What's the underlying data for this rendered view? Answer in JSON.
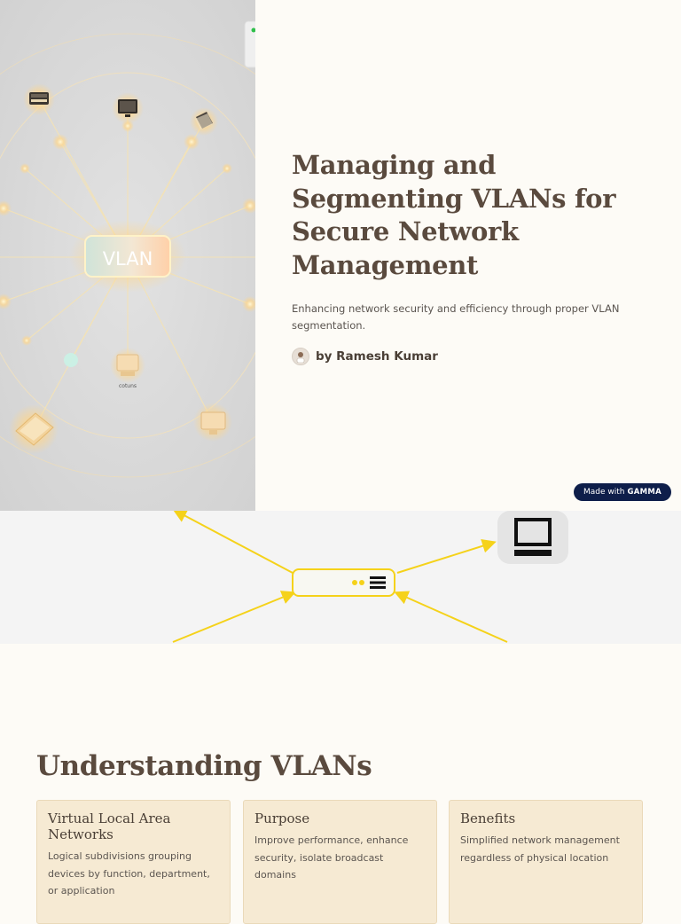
{
  "hero": {
    "title": "Managing and Segmenting VLANs for Secure Network Management",
    "subtitle": "Enhancing network security and efficiency through proper VLAN segmentation.",
    "author": "by Ramesh Kumar",
    "image": {
      "center_label": "VLAN",
      "caption": "cotuns"
    }
  },
  "badge": {
    "prefix": "Made with",
    "brand": "GAMMA"
  },
  "section": {
    "title": "Understanding VLANs",
    "cards": [
      {
        "title": "Virtual Local Area Networks",
        "text": "Logical subdivisions grouping devices by function, department, or application"
      },
      {
        "title": "Purpose",
        "text": "Improve performance, enhance security, isolate broadcast domains"
      },
      {
        "title": "Benefits",
        "text": "Simplified network management regardless of physical location"
      }
    ]
  },
  "colors": {
    "background": "#fdfbf6",
    "title": "#5a4a3e",
    "card": "#f6ead3",
    "badge": "#0e1e4a",
    "accent_yellow": "#f5d21a"
  },
  "icons": [
    "router-icon",
    "monitor-icon",
    "laptop-icon",
    "desktop-icon",
    "switch-icon",
    "user-avatar"
  ]
}
